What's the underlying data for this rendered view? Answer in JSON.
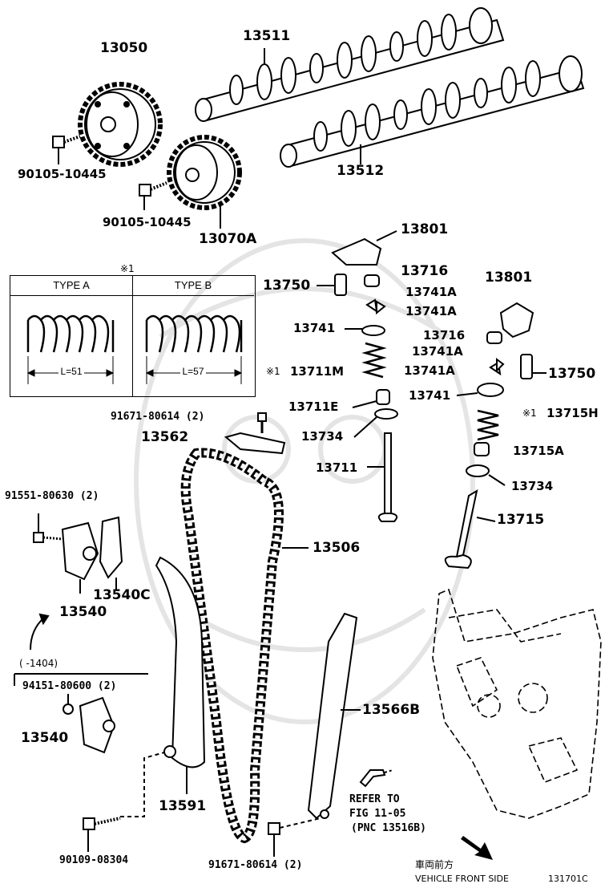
{
  "parts": {
    "p13050": "13050",
    "p13511": "13511",
    "p13512": "13512",
    "p90105a": "90105-10445",
    "p90105b": "90105-10445",
    "p13070a": "13070A",
    "p13801a": "13801",
    "p13716a": "13716",
    "p13750a": "13750",
    "p13741aa": "13741A",
    "p13741ab": "13741A",
    "p13741": "13741",
    "p13711m": "13711M",
    "p13711e": "13711E",
    "p13734a": "13734",
    "p13711": "13711",
    "p13801b": "13801",
    "p13716b": "13716",
    "p13741ac": "13741A",
    "p13741ad": "13741A",
    "p13750b": "13750",
    "p13741b": "13741",
    "p13715h": "13715H",
    "p13715a": "13715A",
    "p13734b": "13734",
    "p13715": "13715",
    "p91671a": "91671-80614 (2)",
    "p13562": "13562",
    "p91551": "91551-80630 (2)",
    "p13506": "13506",
    "p13540c": "13540C",
    "p13540a": "13540",
    "p94151": "94151-80600 (2)",
    "p13540b": "13540",
    "p13566b": "13566B",
    "p13591": "13591",
    "p90109": "90109-08304",
    "p91671b": "91671-80614 (2)"
  },
  "notes": {
    "note_mark": "※1",
    "note_mark_13711m": "※1",
    "note_mark_13715h": "※1",
    "date_range": "(      -1404)",
    "refer_line1": "REFER TO",
    "refer_line2": "FIG 11-05",
    "refer_line3": "(PNC 13516B)",
    "front_jp": "車両前方",
    "front_en": "VEHICLE FRONT SIDE",
    "figure_id": "131701C"
  },
  "spring_table": {
    "type_a": "TYPE A",
    "type_b": "TYPE B",
    "len_a": "L=51",
    "len_b": "L=57"
  }
}
